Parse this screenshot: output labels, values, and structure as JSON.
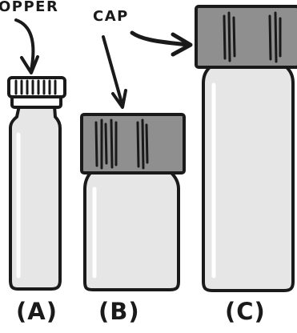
{
  "labels": {
    "stopper": "OPPER",
    "cap": "CAP"
  },
  "vials": [
    {
      "id": "A",
      "caption": "(A)"
    },
    {
      "id": "B",
      "caption": "(B)"
    },
    {
      "id": "C",
      "caption": "(C)"
    }
  ],
  "colors": {
    "outline": "#1a1a1a",
    "cap_fill": "#8f8f8f",
    "glass_fill": "#e6e6e6",
    "background": "#ffffff"
  }
}
